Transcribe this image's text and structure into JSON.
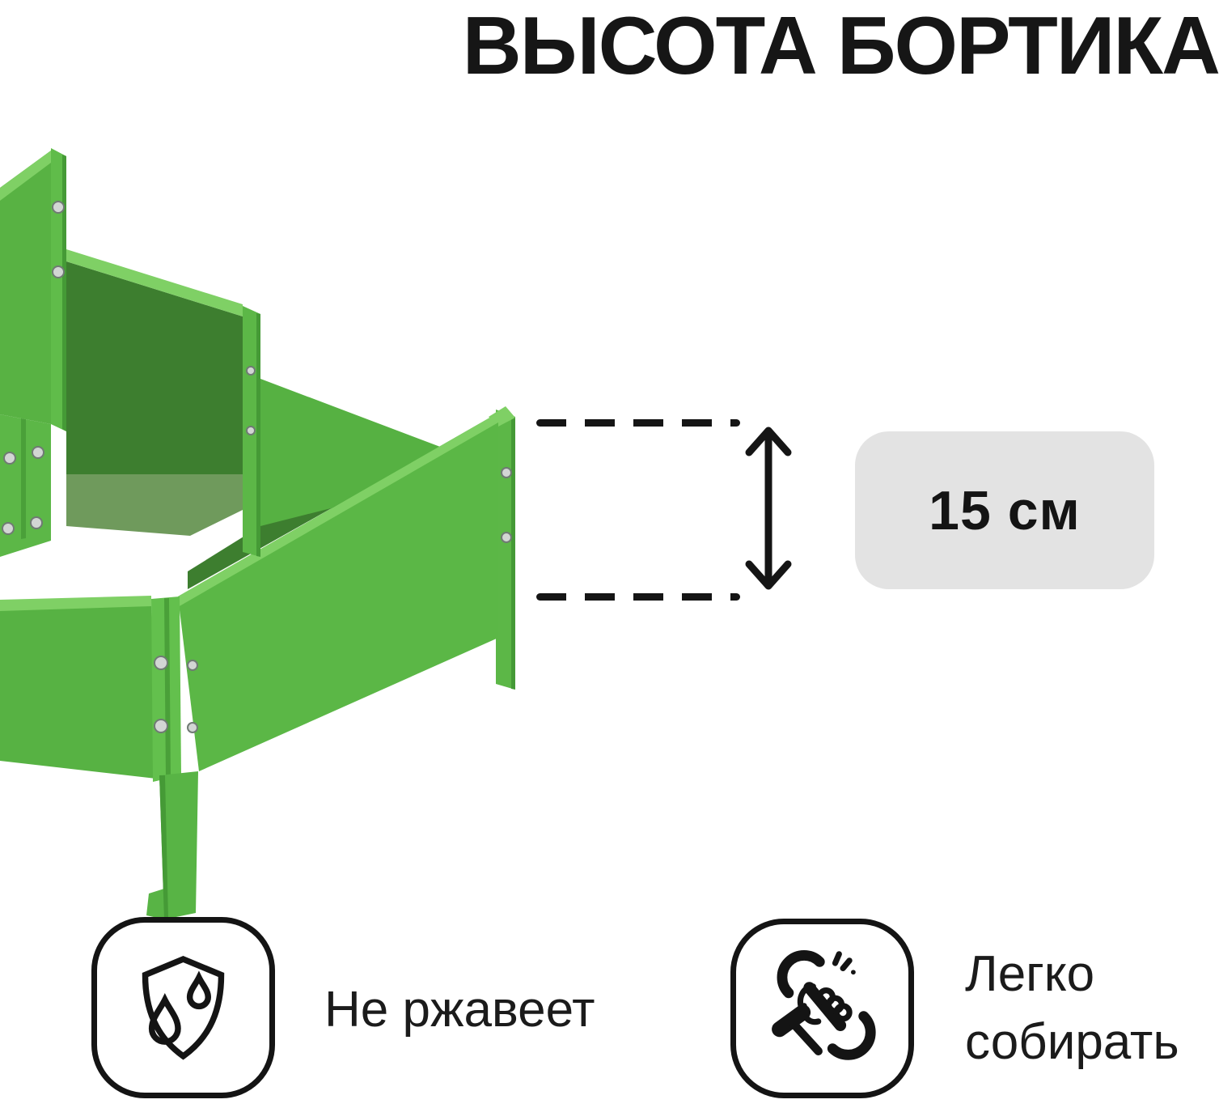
{
  "title": "ВЫСОТА БОРТИКА",
  "measurement": {
    "value": "15 см",
    "arrow": "vertical-double-arrow",
    "style": "dashed-guides"
  },
  "features": [
    {
      "icon": "shield-droplets-icon",
      "label": "Не ржавеет"
    },
    {
      "icon": "wrench-hand-icon",
      "label": "Легко собирать",
      "label_lines": [
        "Легко",
        "собирать"
      ]
    }
  ],
  "product_illustration": "three-tier-green-metal-garden-bed",
  "colors": {
    "planter_green": "#5cb747",
    "planter_green_bright": "#63c04d",
    "planter_green_dark_interior": "#3d7e2f",
    "planter_rim_highlight": "#7fd065",
    "planter_floor": "#6f9a5c",
    "bolt_silver": "#d2d6d4",
    "label_background": "#e3e3e3",
    "ink": "#151515",
    "background": "#ffffff"
  }
}
